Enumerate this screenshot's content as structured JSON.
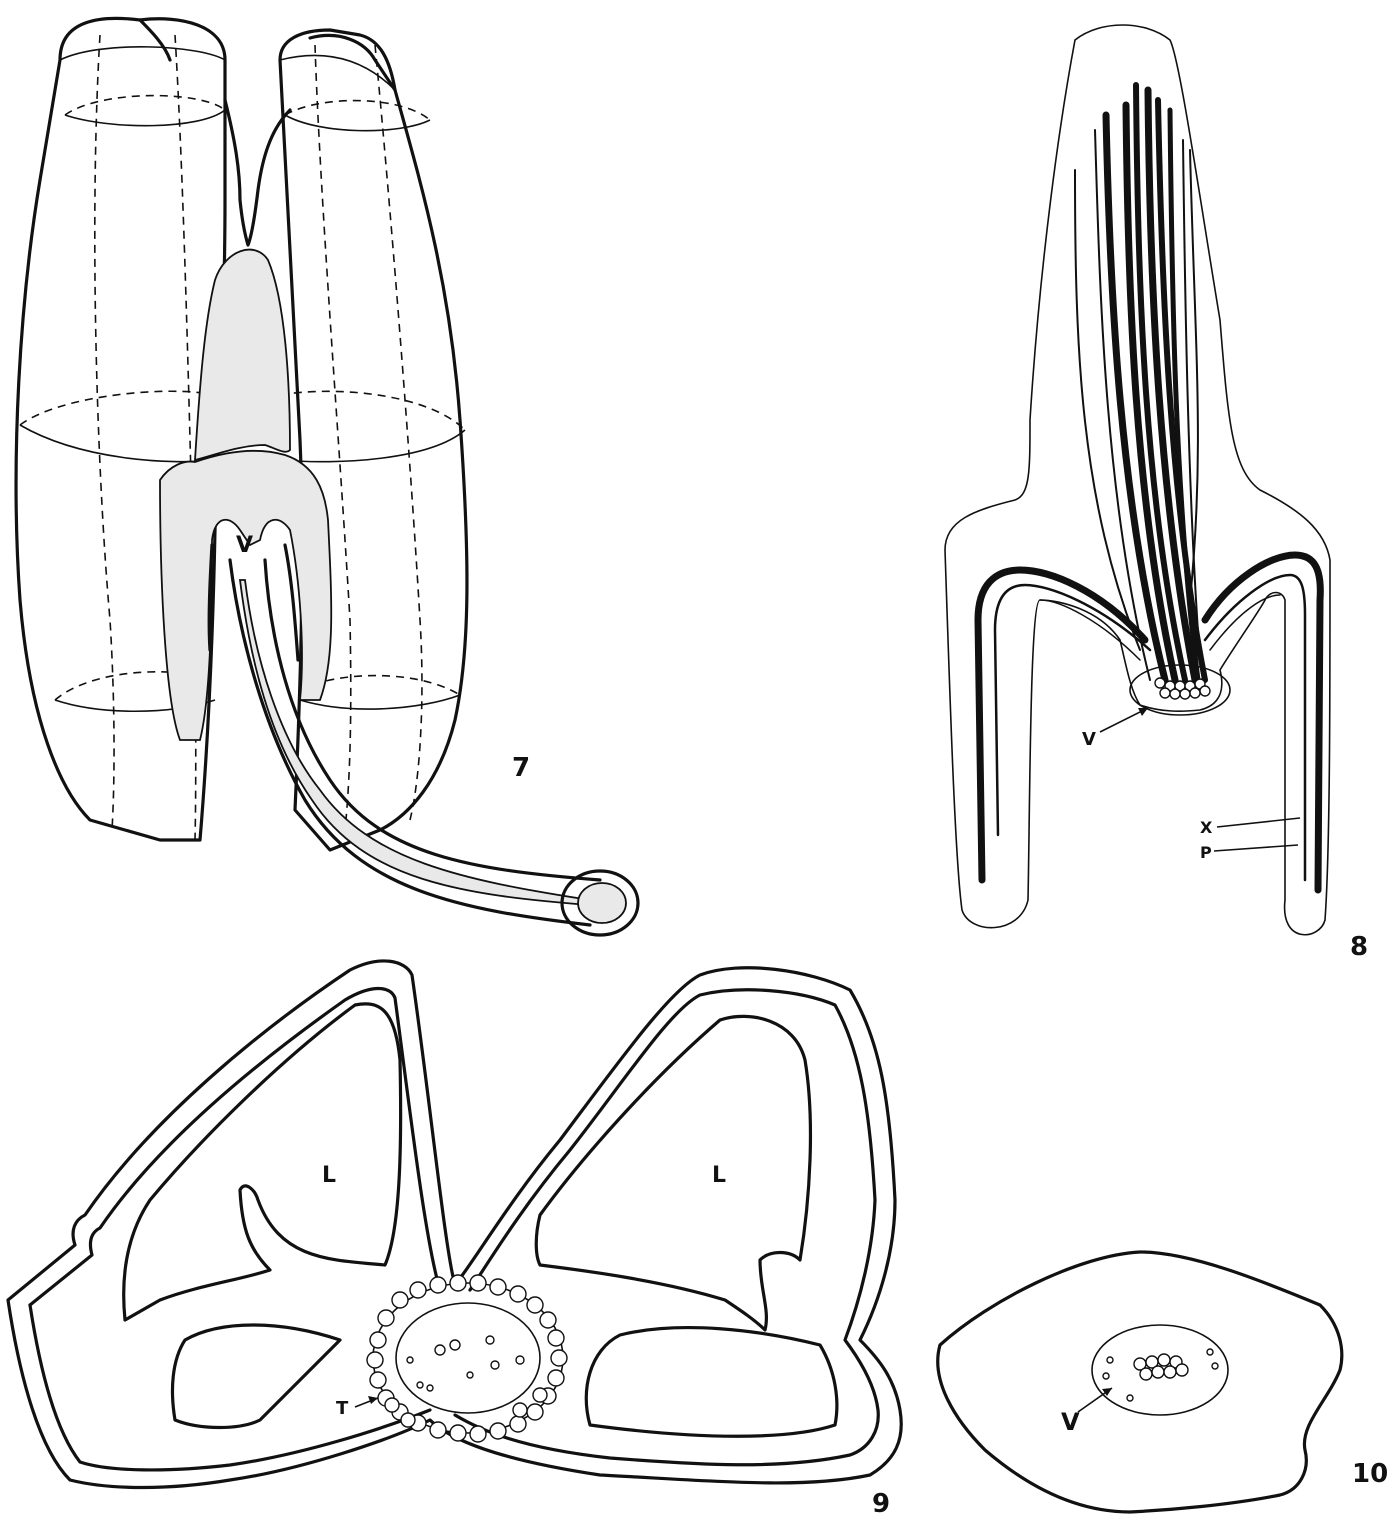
{
  "figures": [
    {
      "id": "fig7",
      "number": "7",
      "labels": [
        "V"
      ]
    },
    {
      "id": "fig8",
      "number": "8",
      "labels": [
        "V",
        "X",
        "P"
      ]
    },
    {
      "id": "fig9",
      "number": "9",
      "labels": [
        "L",
        "L",
        "T"
      ]
    },
    {
      "id": "fig10",
      "number": "10",
      "labels": [
        "V"
      ]
    }
  ]
}
